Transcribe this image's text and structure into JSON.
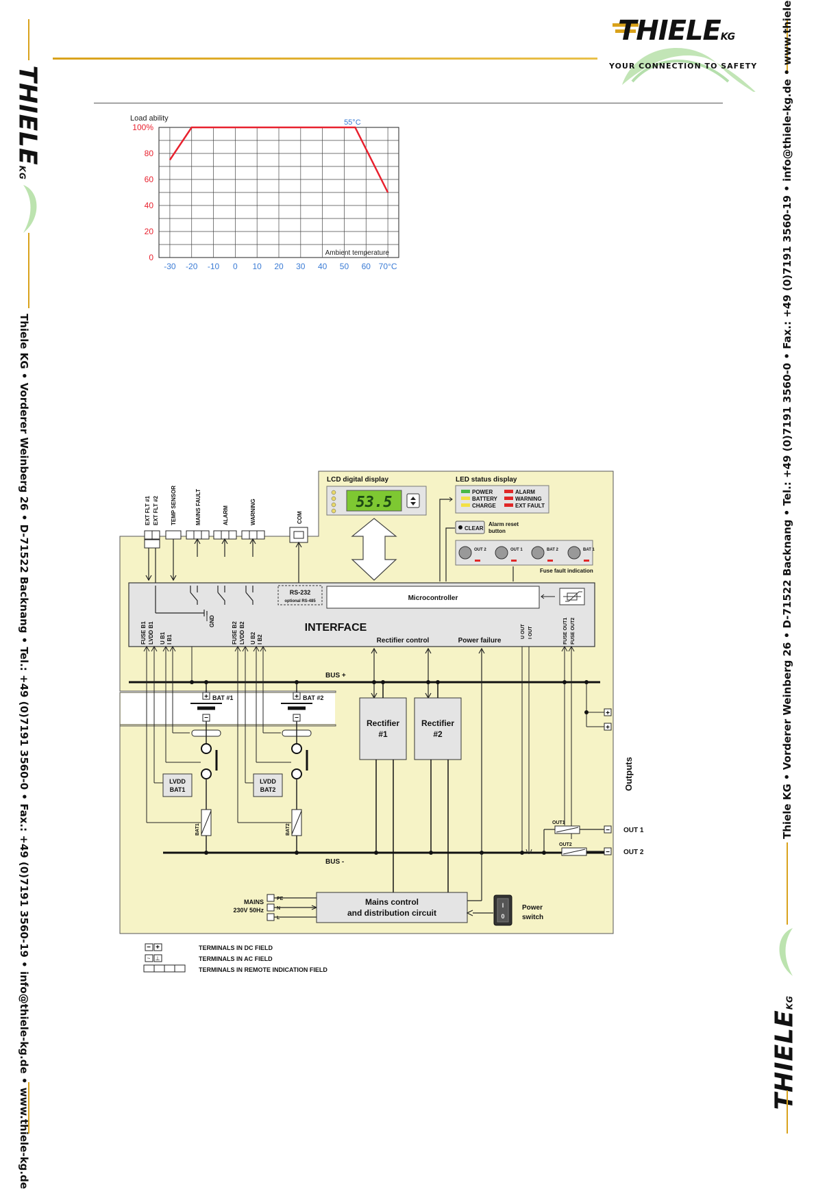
{
  "brand": {
    "name": "THIELE",
    "suffix": "KG",
    "slogan": "YOUR CONNECTION TO SAFETY",
    "slogan_small": "YOUR CONNECTION TO SAFETY"
  },
  "sidebar": {
    "contact": "Thiele KG • Vorderer Weinberg 26 • D-71522 Backnang • Tel.: +49 (0)7191 3560-0 • Fax.: +49 (0)7191 3560-19 • info@thiele-kg.de • www.thiele-kg.de"
  },
  "colors": {
    "accent": "#d9a21b",
    "curve": "#e8212e",
    "tick_blue": "#3a7bd5",
    "diagram_bg": "#f6f3c6",
    "panel": "#e4e4e4",
    "lcd": "#7ec832"
  },
  "chart_data": {
    "type": "line",
    "title": "Load ability",
    "xlabel": "Ambient temperature",
    "x_ticks": [
      "-30",
      "-20",
      "-10",
      "0",
      "10",
      "20",
      "30",
      "40",
      "50",
      "60",
      "70°C"
    ],
    "y_ticks": [
      "0",
      "20",
      "40",
      "60",
      "80",
      "100%"
    ],
    "xlim": [
      -35,
      75
    ],
    "ylim": [
      0,
      100
    ],
    "grid": true,
    "annotations": [
      {
        "text": "55°C"
      }
    ],
    "series": [
      {
        "x": [
          -30,
          -20,
          55,
          70
        ],
        "y": [
          75,
          100,
          100,
          50
        ]
      }
    ]
  },
  "diagram": {
    "lcd_title": "LCD digital display",
    "lcd_value": "53.5",
    "led_title": "LED status display",
    "led_left": [
      "POWER",
      "BATTERY",
      "CHARGE"
    ],
    "led_right": [
      "ALARM",
      "WARNING",
      "EXT FAULT"
    ],
    "clear_button": "CLEAR",
    "alarm_reset": [
      "Alarm reset",
      "button"
    ],
    "fuses": [
      "OUT 2",
      "OUT 1",
      "BAT 2",
      "BAT 1"
    ],
    "fuse_caption": "Fuse fault indication",
    "top_terminals": [
      "EXT FLT #1",
      "EXT FLT #2",
      "TEMP SENSOR",
      "MAINS FAULT",
      "ALARM",
      "WARNING",
      "COM"
    ],
    "rs232": "RS-232",
    "rs485": "optional RS-485",
    "microcontroller": "Microcontroller",
    "interface": "INTERFACE",
    "gnd": "GND",
    "interface_signals": [
      "FUSE B1",
      "LVDD B1",
      "U B1",
      "I B1",
      "FUSE B2",
      "LVDD B2",
      "U B2",
      "I B2",
      "U OUT",
      "I OUT",
      "FUSE OUT1",
      "FUSE OUT2"
    ],
    "rectifier_control": "Rectifier control",
    "power_failure": "Power failure",
    "bus_plus": "BUS +",
    "bus_minus": "BUS -",
    "bat1": "BAT #1",
    "bat2": "BAT #2",
    "rect1": [
      "Rectifier",
      "#1"
    ],
    "rect2": [
      "Rectifier",
      "#2"
    ],
    "lvdd1": [
      "LVDD",
      "BAT1"
    ],
    "lvdd2": [
      "LVDD",
      "BAT2"
    ],
    "fuse_bat1": "BAT1",
    "fuse_bat2": "BAT2",
    "fuse_out1": "OUT1",
    "fuse_out2": "OUT2",
    "outputs": "Outputs",
    "out1": "OUT  1",
    "out2": "OUT  2",
    "mains": [
      "MAINS",
      "230V 50Hz"
    ],
    "mains_terms": [
      "PE",
      "N",
      "L"
    ],
    "mains_control": [
      "Mains control",
      "and distribution circuit"
    ],
    "power_switch": [
      "Power",
      "switch"
    ],
    "switch_marks": [
      "I",
      "0"
    ],
    "legend": [
      "TERMINALS IN DC FIELD",
      "TERMINALS IN AC FIELD",
      "TERMINALS IN REMOTE INDICATION FIELD"
    ]
  }
}
